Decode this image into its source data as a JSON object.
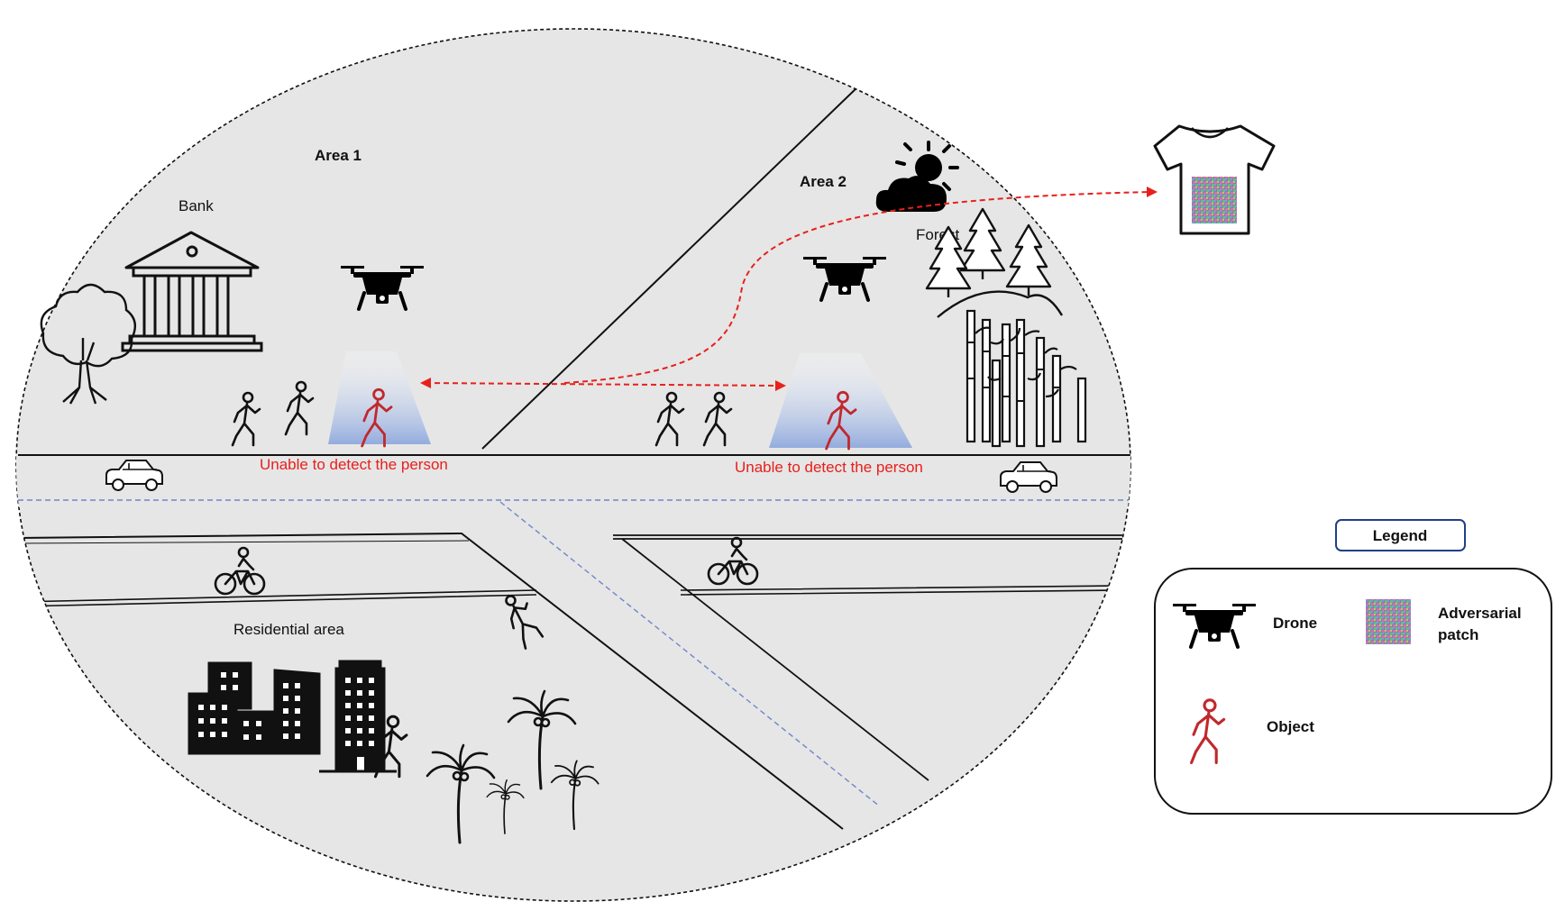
{
  "labels": {
    "area1": "Area 1",
    "area2": "Area 2",
    "bank": "Bank",
    "forest": "Forest",
    "residential": "Residential area",
    "undetected_left": "Unable to detect the person",
    "undetected_right": "Unable to detect the person"
  },
  "legend": {
    "title": "Legend",
    "drone": "Drone",
    "patch_line1": "Adversarial",
    "patch_line2": "patch",
    "object": "Object"
  },
  "icons": {
    "drone": "drone-icon",
    "pedestrian": "walking-person-icon",
    "target": "red-walking-person-icon",
    "tshirt": "tshirt-icon",
    "patch": "adversarial-patch-icon",
    "weather": "sun-cloud-icon"
  },
  "colors": {
    "scene": "#e6e6e6",
    "highlight": "#e8201c",
    "target": "#c0282c",
    "legend_border": "#1f3f8a",
    "lane": "#6f86c9"
  }
}
